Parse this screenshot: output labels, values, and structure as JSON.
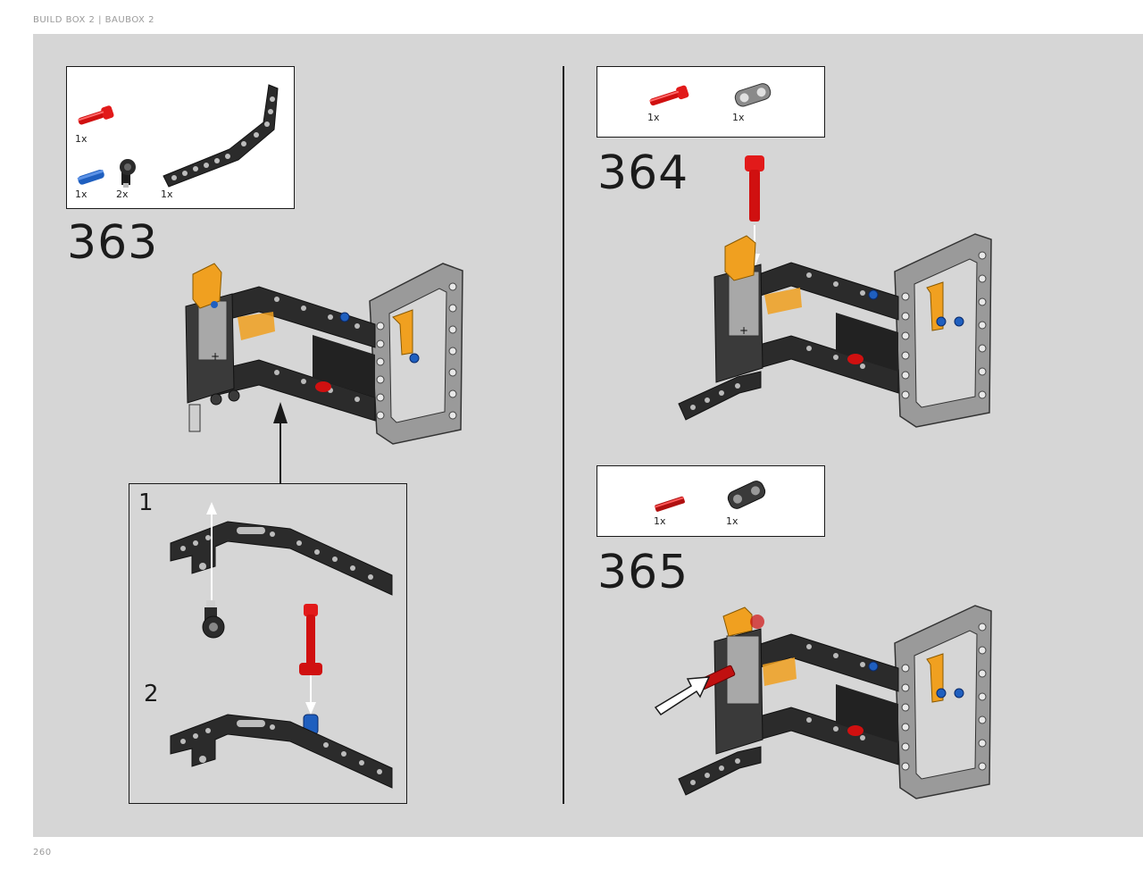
{
  "header": {
    "text": "BUILD BOX 2  |  BAUBOX 2"
  },
  "footer": {
    "page_number": "260"
  },
  "steps": [
    {
      "number": "363",
      "parts": [
        {
          "icon": "red-axle-pin-icon",
          "qty": "1x"
        },
        {
          "icon": "blue-pin-icon",
          "qty": "1x"
        },
        {
          "icon": "black-connector-icon",
          "qty": "2x"
        },
        {
          "icon": "black-bent-beam-icon",
          "qty": "1x"
        }
      ],
      "substeps": [
        {
          "number": "1"
        },
        {
          "number": "2"
        }
      ]
    },
    {
      "number": "364",
      "parts": [
        {
          "icon": "red-axle-pin-icon",
          "qty": "1x"
        },
        {
          "icon": "gray-connector-icon",
          "qty": "1x"
        }
      ]
    },
    {
      "number": "365",
      "parts": [
        {
          "icon": "red-axle-icon",
          "qty": "1x"
        },
        {
          "icon": "dark-gray-connector-icon",
          "qty": "1x"
        }
      ]
    }
  ],
  "colors": {
    "page_bg": "#d6d6d6",
    "beam_black": "#2b2b2b",
    "frame_gray": "#9a9a9a",
    "red": "#d01010",
    "blue": "#1f5fbf",
    "orange": "#f0a020"
  }
}
